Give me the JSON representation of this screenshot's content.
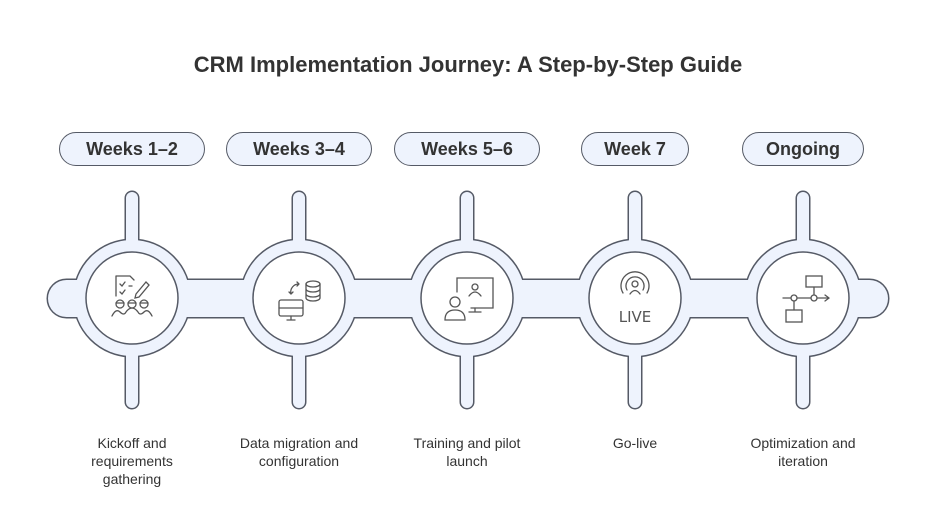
{
  "title": "CRM Implementation Journey: A Step-by-Step Guide",
  "steps": [
    {
      "period": "Weeks 1–2",
      "description": "Kickoff and requirements gathering",
      "icon": "kickoff-team-checklist-icon"
    },
    {
      "period": "Weeks 3–4",
      "description": "Data migration and configuration",
      "icon": "data-migration-icon"
    },
    {
      "period": "Weeks 5–6",
      "description": "Training and pilot launch",
      "icon": "training-presentation-icon"
    },
    {
      "period": "Week 7",
      "description": "Go-live",
      "icon": "live-broadcast-icon",
      "icon_text": "LIVE"
    },
    {
      "period": "Ongoing",
      "description": "Optimization and iteration",
      "icon": "process-flow-icon"
    }
  ],
  "colors": {
    "fill": "#eef3fd",
    "stroke": "#555a66",
    "text": "#333333"
  }
}
